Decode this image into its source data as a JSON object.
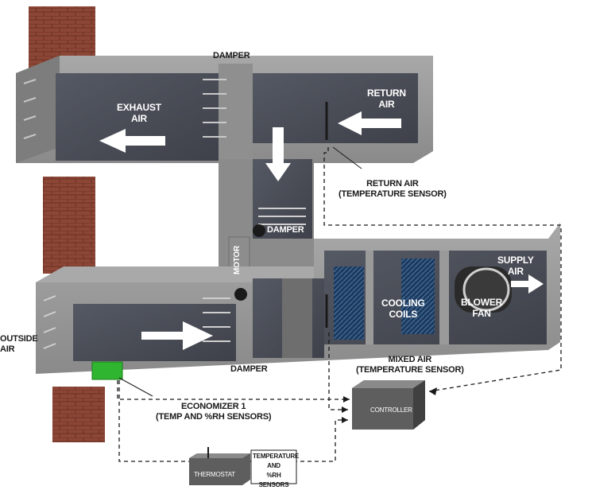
{
  "labels": {
    "damper_top": "DAMPER",
    "exhaust_air": "EXHAUST\nAIR",
    "return_air": "RETURN\nAIR",
    "return_sensor_title": "RETURN AIR",
    "return_sensor_sub": "(TEMPERATURE SENSOR)",
    "damper_mid": "DAMPER",
    "motor": "MOTOR",
    "supply_air": "SUPPLY\nAIR",
    "blower_fan": "BLOWER\nFAN",
    "cooling_coils": "COOLING\nCOILS",
    "outside_air": "OUTSIDE\nAIR",
    "damper_bottom": "DAMPER",
    "mixed_air_title": "MIXED AIR",
    "mixed_air_sub": "(TEMPERATURE SENSOR)",
    "economizer_title": "ECONOMIZER 1",
    "economizer_sub": "(TEMP AND %RH SENSORS)",
    "controller": "CONTROLLER",
    "thermostat": "THERMOSTAT",
    "thermostat_sensors": "TEMPERATURE\nAND\n%RH SENSORS"
  },
  "colors": {
    "duct_outer": "#9a9a9a",
    "duct_inner": "#4a4e58",
    "brick": "#8c4a3a",
    "economizer": "#2fb52f",
    "coil": "#1f3f66"
  }
}
